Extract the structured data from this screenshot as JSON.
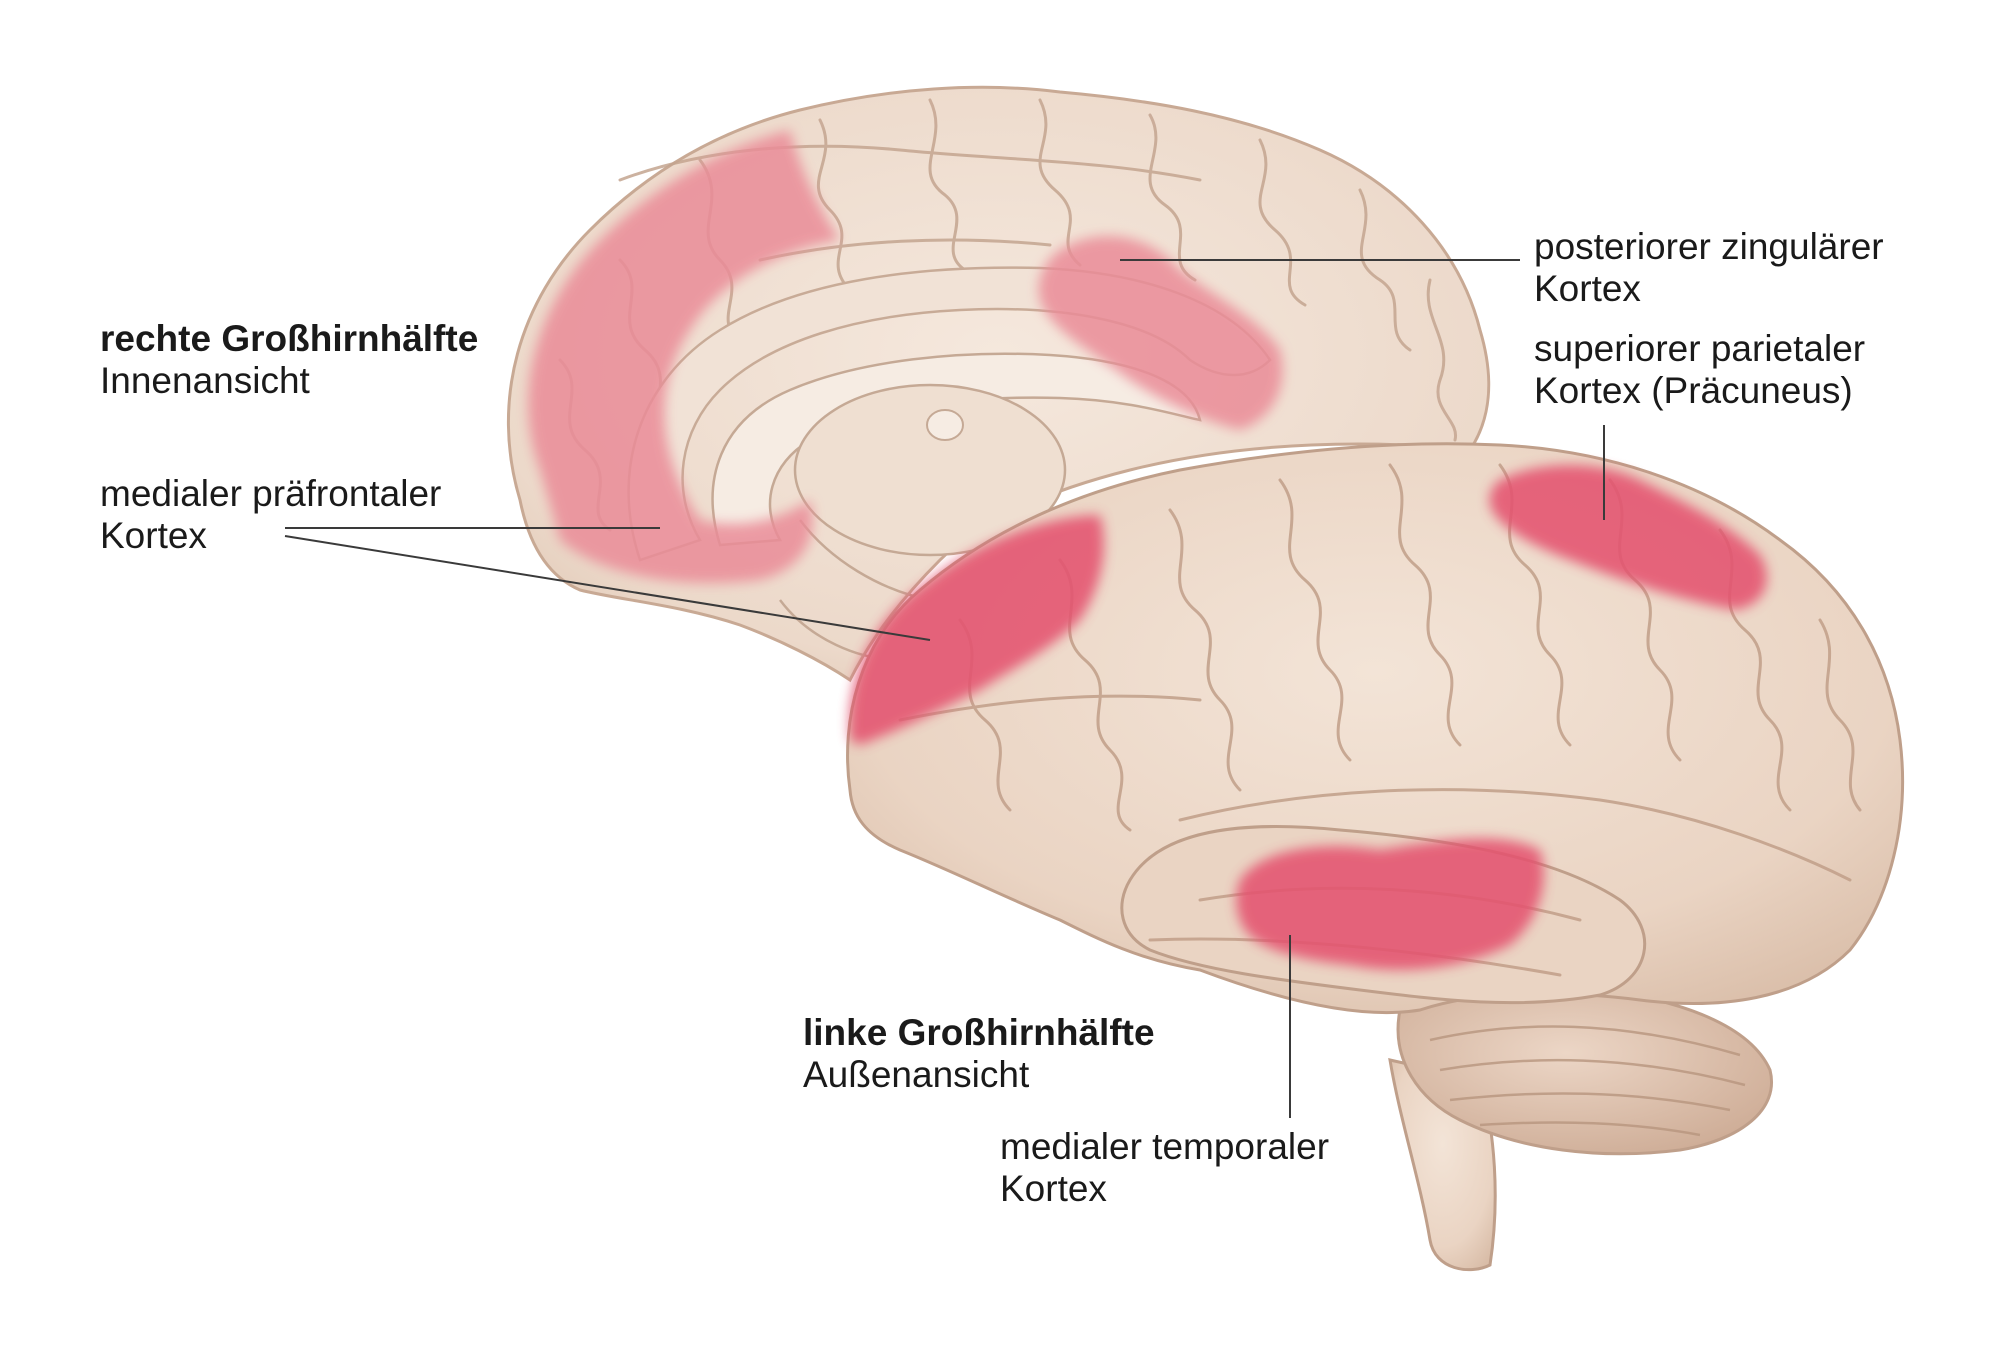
{
  "labels": {
    "right_hemisphere": {
      "title": "rechte Großhirnhälfte",
      "subtitle": "Innenansicht"
    },
    "left_hemisphere": {
      "title": "linke Großhirnhälfte",
      "subtitle": "Außenansicht"
    },
    "mpfc": {
      "line1": "medialer präfrontaler",
      "line2": "Kortex"
    },
    "pcc": {
      "line1": "posteriorer zingulärer",
      "line2": "Kortex"
    },
    "precuneus": {
      "line1": "superiorer parietaler",
      "line2": "Kortex (Präcuneus)"
    },
    "mtc": {
      "line1": "medialer temporaler",
      "line2": "Kortex"
    }
  },
  "colors": {
    "brain_tissue": "#ecd8c8",
    "brain_shadow": "#c9ab95",
    "sulcus_line": "#b89a86",
    "highlight_medial": "#ea8c98",
    "highlight_lateral": "#e4526f",
    "leader_line": "#3a3a3a"
  }
}
